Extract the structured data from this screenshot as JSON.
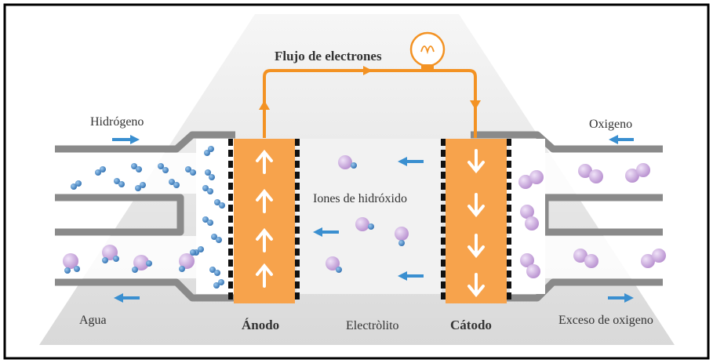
{
  "labels": {
    "electron_flow": "Flujo de electrones",
    "hydrogen": "Hidrógeno",
    "oxygen": "Oxigeno",
    "hydroxide_ions": "Iones de hidróxido",
    "water": "Agua",
    "anode": "Ánodo",
    "electrolyte": "Electròlito",
    "cathode": "Cátodo",
    "excess_oxygen": "Exceso de oxigeno"
  },
  "colors": {
    "electrode": "#f7a34c",
    "wire": "#f39223",
    "arrow_blue": "#3a8fd0",
    "pipe": "#8a8a8a",
    "h2_molecule": "#3c80c2",
    "o2_molecule": "#c9a4dc",
    "frame": "#000000"
  },
  "icons": {
    "bulb": "lightbulb-icon",
    "flow_arrow": "arrow-icon"
  }
}
